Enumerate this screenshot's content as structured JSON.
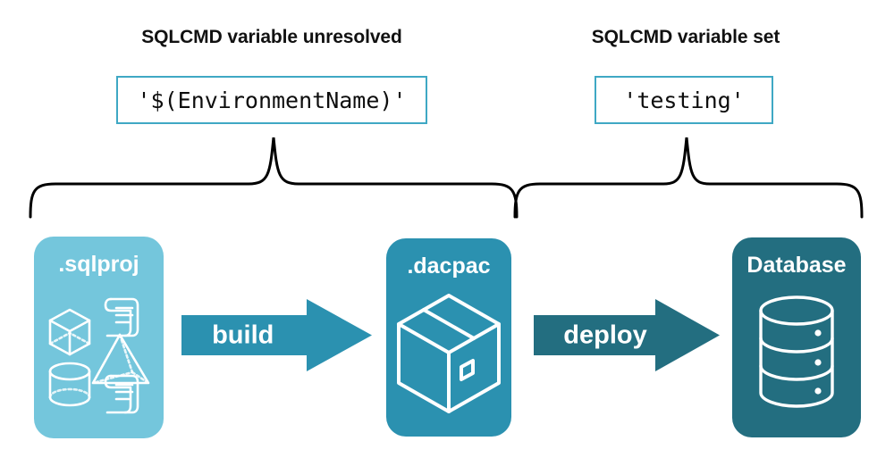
{
  "diagram": {
    "title_unresolved": "SQLCMD variable unresolved",
    "title_set": "SQLCMD variable set",
    "code_unresolved": "'$(EnvironmentName)'",
    "code_set": "'testing'",
    "stages": [
      {
        "label": ".sqlproj",
        "color": "#74C6DC",
        "icons": [
          "cube-icon",
          "scroll-icon",
          "pyramid-icon",
          "cylinder-icon",
          "scroll-icon"
        ]
      },
      {
        "label": ".dacpac",
        "color": "#2B91B0",
        "icons": [
          "package-box-icon"
        ]
      },
      {
        "label": "Database",
        "color": "#236E80",
        "icons": [
          "database-cylinder-icon"
        ]
      }
    ],
    "arrows": [
      {
        "label": "build",
        "color": "#2B91B0"
      },
      {
        "label": "deploy",
        "color": "#236E80"
      }
    ],
    "brace_color": "#000000",
    "code_border_color": "#3FA8C4"
  }
}
